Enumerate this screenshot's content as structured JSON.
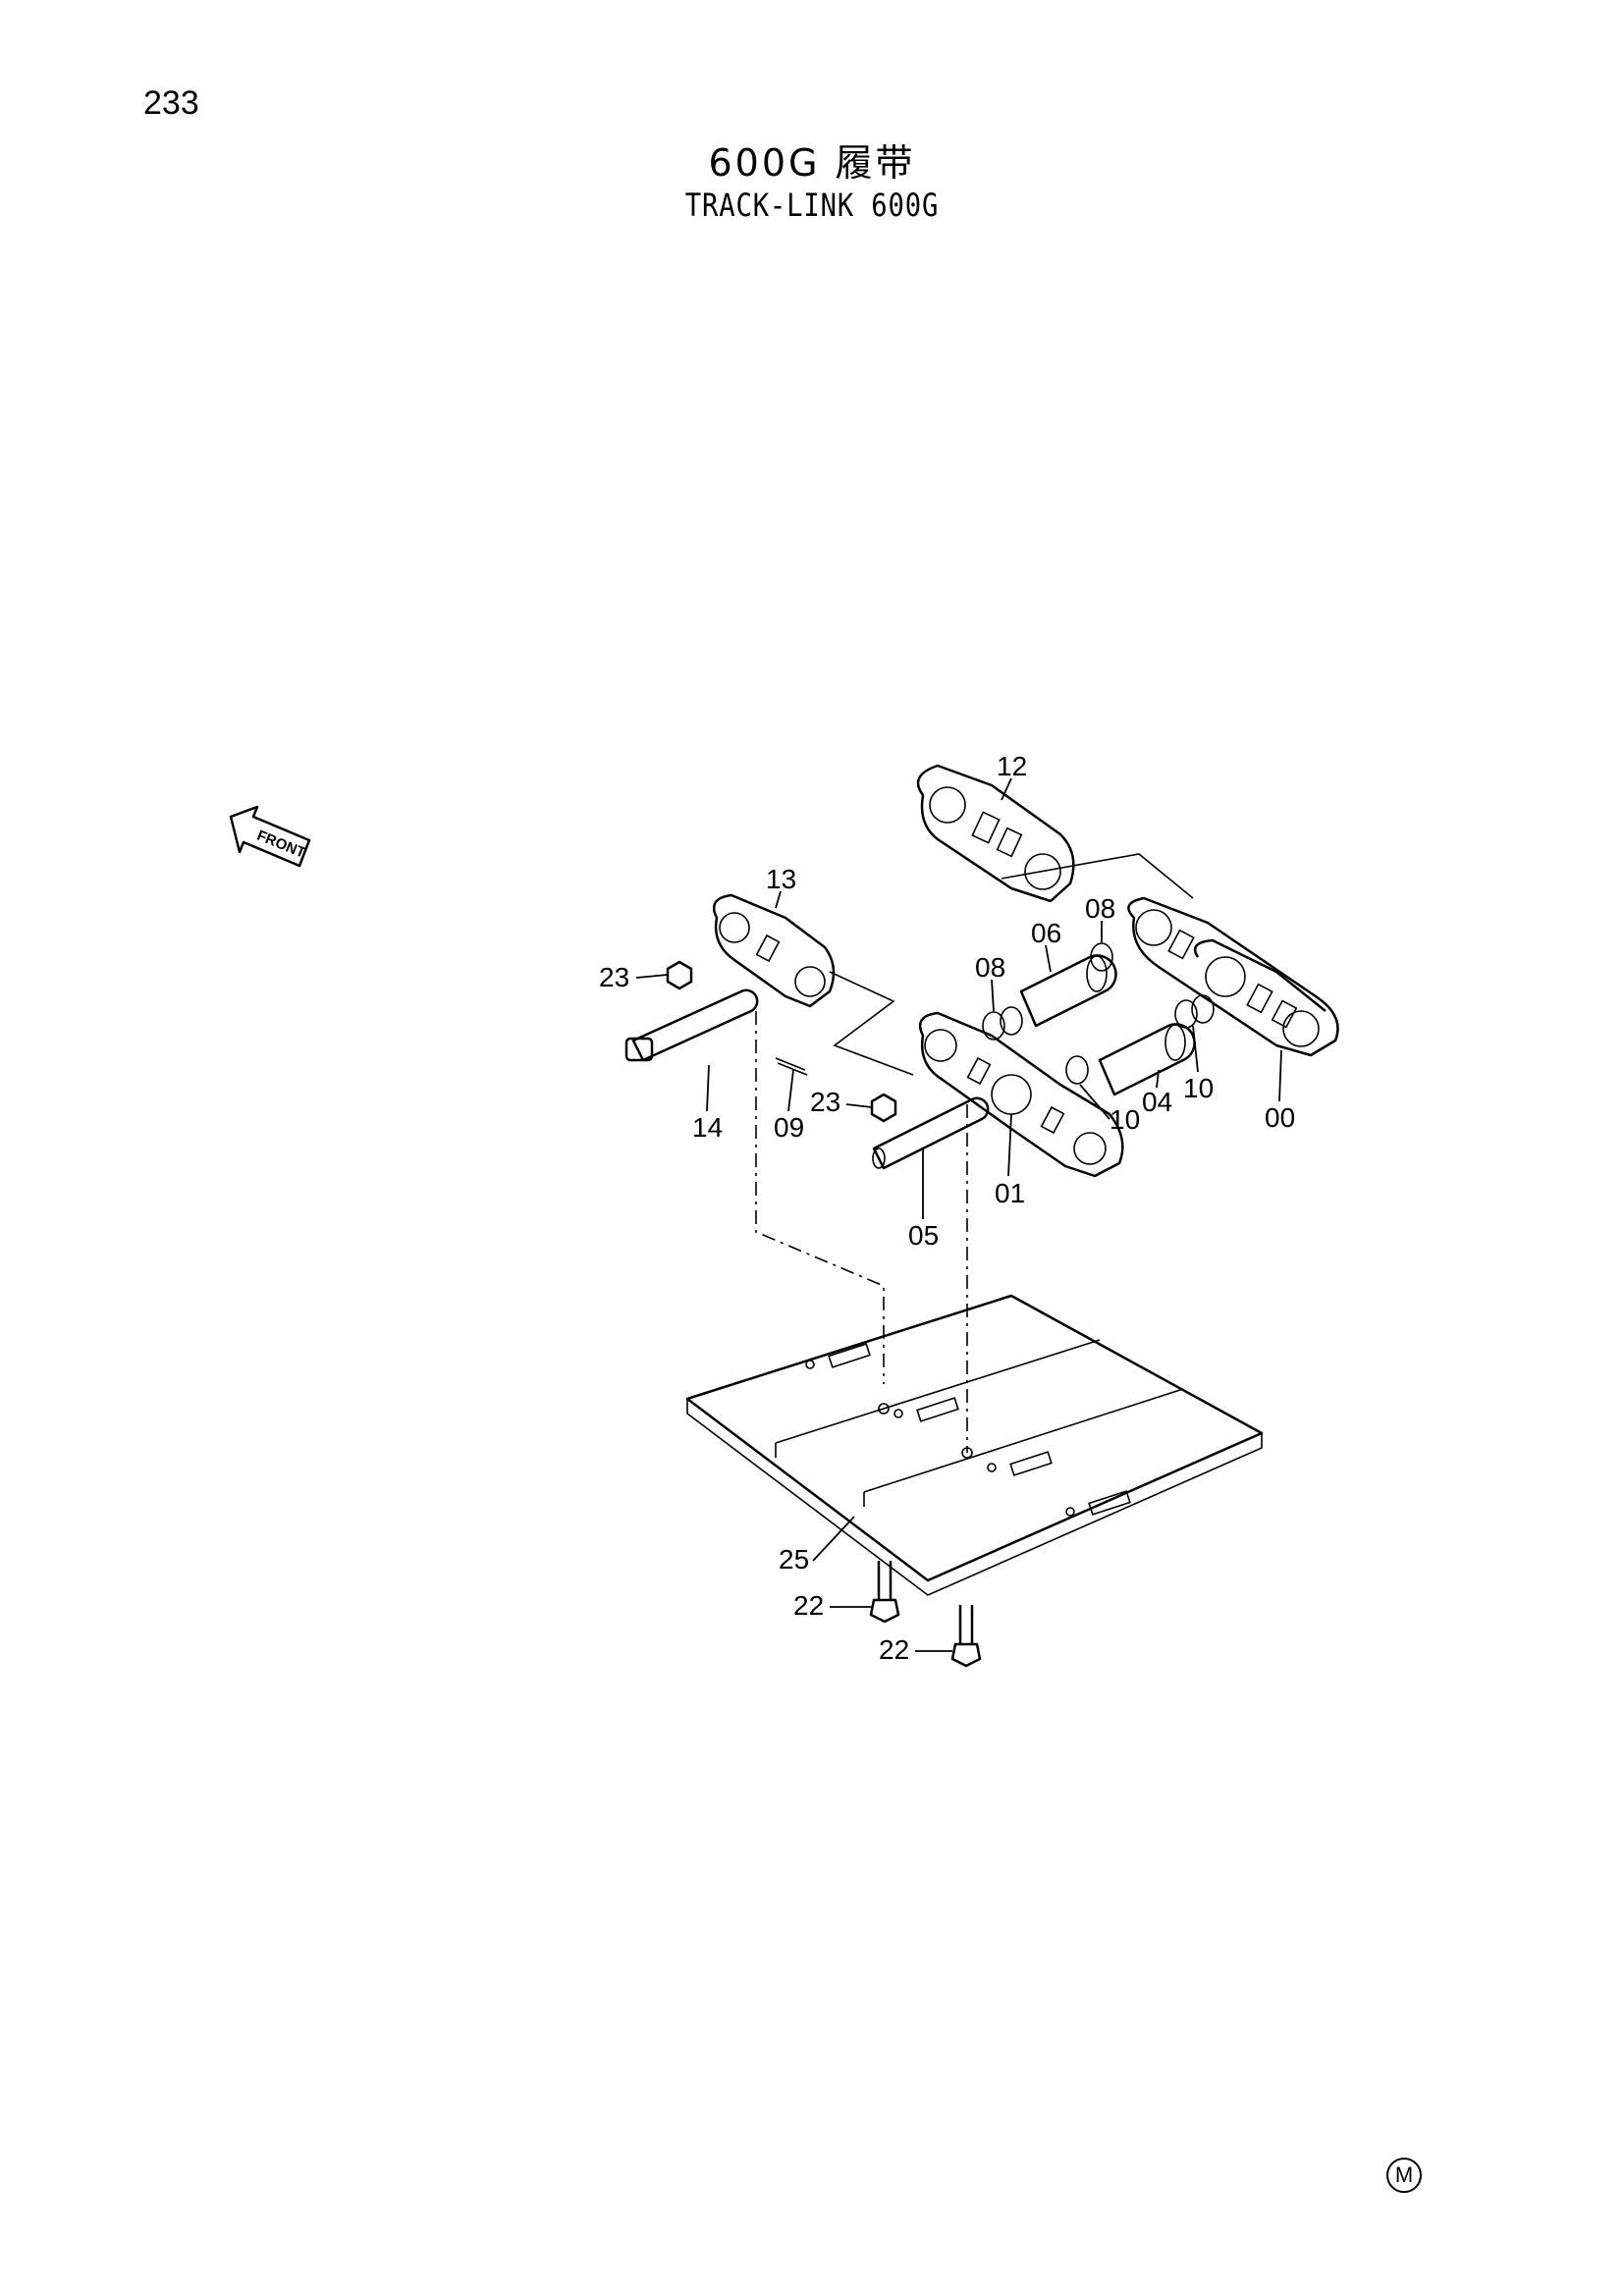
{
  "page_number": "233",
  "title_cn": "600G 履带",
  "title_en": "TRACK-LINK 600G",
  "front_label": "FRONT",
  "footer_mark": "M",
  "callouts": {
    "p12": "12",
    "p13": "13",
    "p23a": "23",
    "p23b": "23",
    "p06": "06",
    "p08a": "08",
    "p08b": "08",
    "p14": "14",
    "p09": "09",
    "p01": "01",
    "p05": "05",
    "p10a": "10",
    "p10b": "10",
    "p04": "04",
    "p00": "00",
    "p25": "25",
    "p22a": "22",
    "p22b": "22"
  }
}
